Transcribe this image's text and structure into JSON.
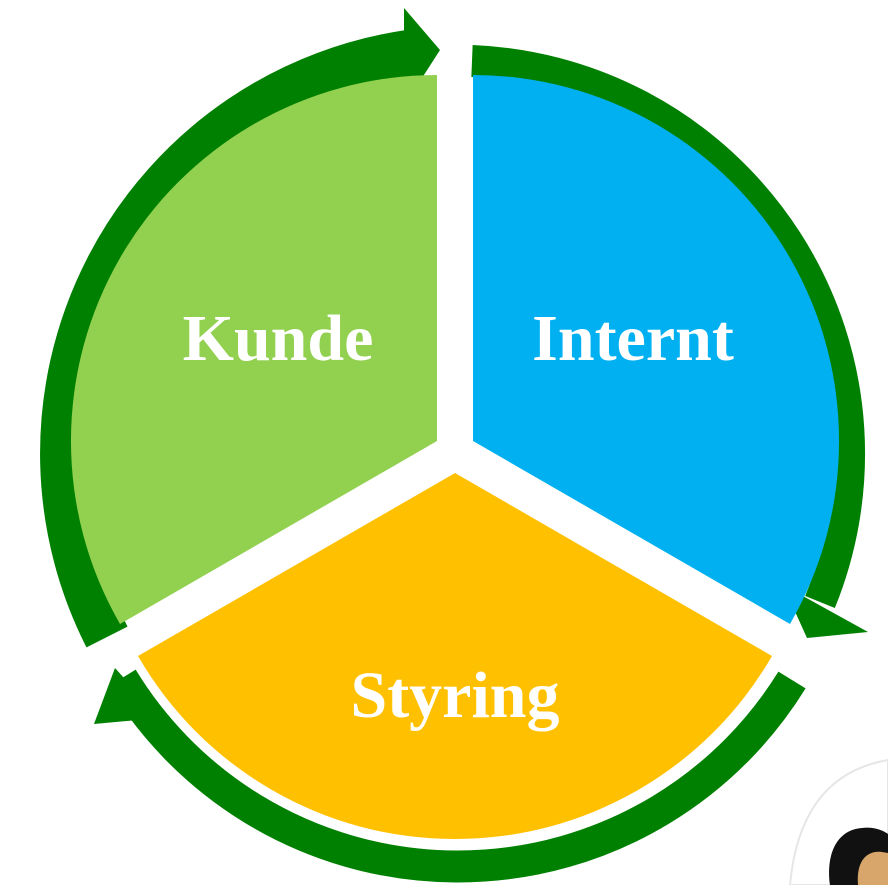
{
  "diagram": {
    "segments": [
      {
        "id": "kunde",
        "label": "Kunde",
        "color": "#92d050"
      },
      {
        "id": "internt",
        "label": "Internt",
        "color": "#00b0f0"
      },
      {
        "id": "styring",
        "label": "Styring",
        "color": "#ffc000"
      }
    ],
    "cycle_arrow_color": "#008000",
    "cycle_direction": "clockwise"
  }
}
